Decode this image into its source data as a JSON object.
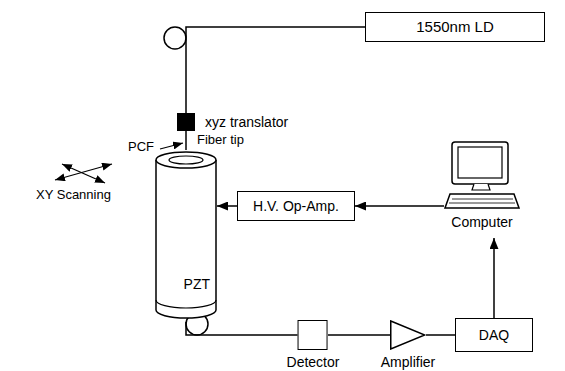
{
  "diagram": {
    "nodes": [
      {
        "text": [
          "1550nm LD"
        ]
      },
      {
        "text": [
          "xyz translator"
        ]
      },
      {
        "text": [
          "PZT"
        ]
      },
      {
        "text": [
          "H.V. Op-Amp."
        ]
      },
      {
        "text": [
          "Computer"
        ]
      },
      {
        "text": [
          "Detector"
        ]
      },
      {
        "text": [
          "Amplifier"
        ]
      },
      {
        "text": [
          "DAQ"
        ]
      }
    ],
    "edges": [
      {
        "from": 0,
        "to": 1,
        "arrow": "none"
      },
      {
        "from": 1,
        "to": 2,
        "arrow": "none"
      },
      {
        "from": 4,
        "to": 3,
        "arrow": "to"
      },
      {
        "from": 3,
        "to": 2,
        "arrow": "to"
      },
      {
        "from": 2,
        "to": 5,
        "arrow": "none"
      },
      {
        "from": 5,
        "to": 6,
        "arrow": "none"
      },
      {
        "from": 6,
        "to": 7,
        "arrow": "none"
      },
      {
        "from": 7,
        "to": 4,
        "arrow": "to"
      }
    ],
    "labels": [
      "PCF",
      "Fiber tip",
      "XY Scanning"
    ]
  }
}
